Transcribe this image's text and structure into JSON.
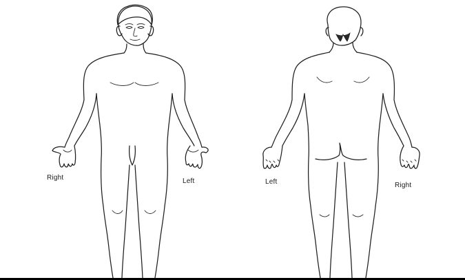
{
  "labels": {
    "front_right": "Right",
    "front_left": "Left",
    "back_left": "Left",
    "back_right": "Right"
  },
  "colors": {
    "background": "#ffffff",
    "line": "#1e1e1e",
    "bottom_border": "#000000"
  }
}
